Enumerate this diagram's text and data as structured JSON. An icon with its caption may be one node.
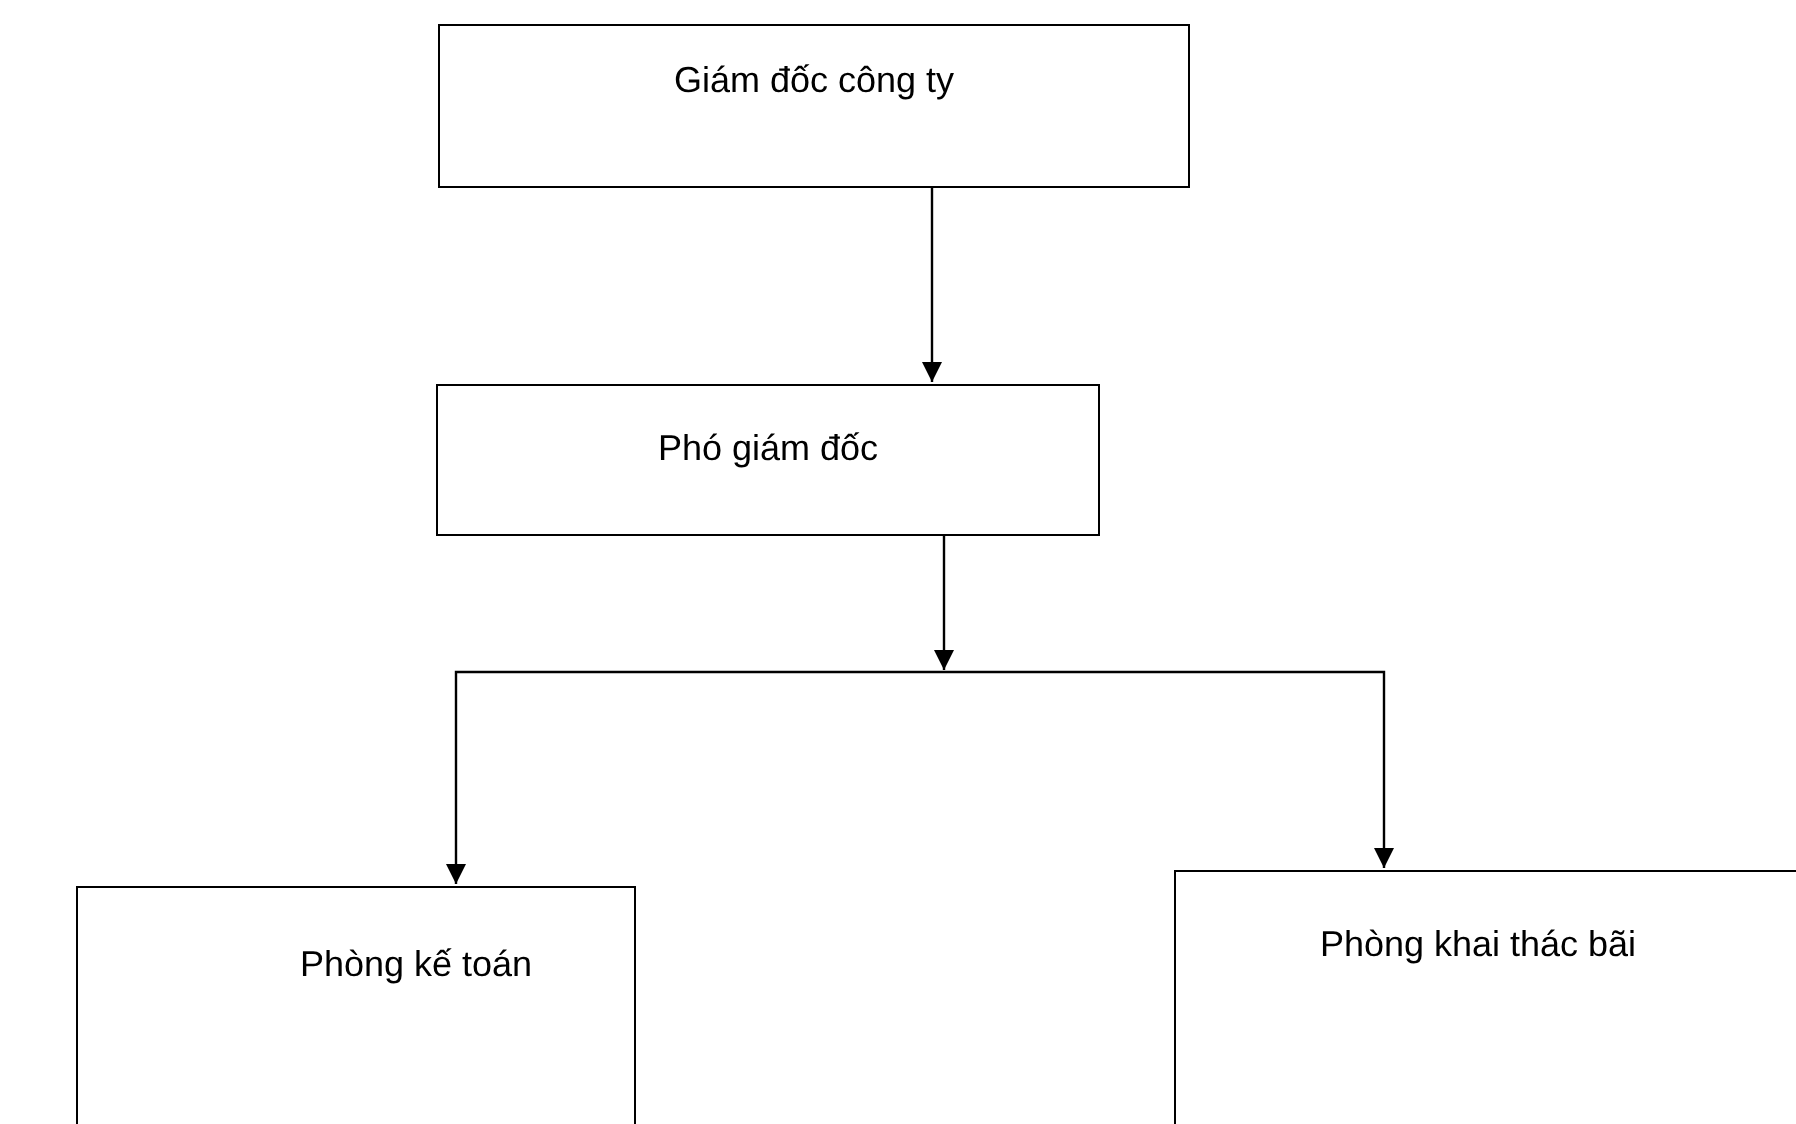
{
  "diagram": {
    "nodes": [
      {
        "text": [
          "Giám đốc công ty"
        ]
      },
      {
        "text": [
          "Phó giám đốc"
        ]
      },
      {
        "text": [
          "Phòng kế toán"
        ]
      },
      {
        "text": [
          "Phòng khai thác bãi"
        ]
      }
    ],
    "edges": [
      {
        "from": 0,
        "to": 1,
        "arrow": "to"
      },
      {
        "from": 1,
        "to": 2,
        "arrow": "to"
      },
      {
        "from": 1,
        "to": 3,
        "arrow": "to"
      }
    ]
  }
}
